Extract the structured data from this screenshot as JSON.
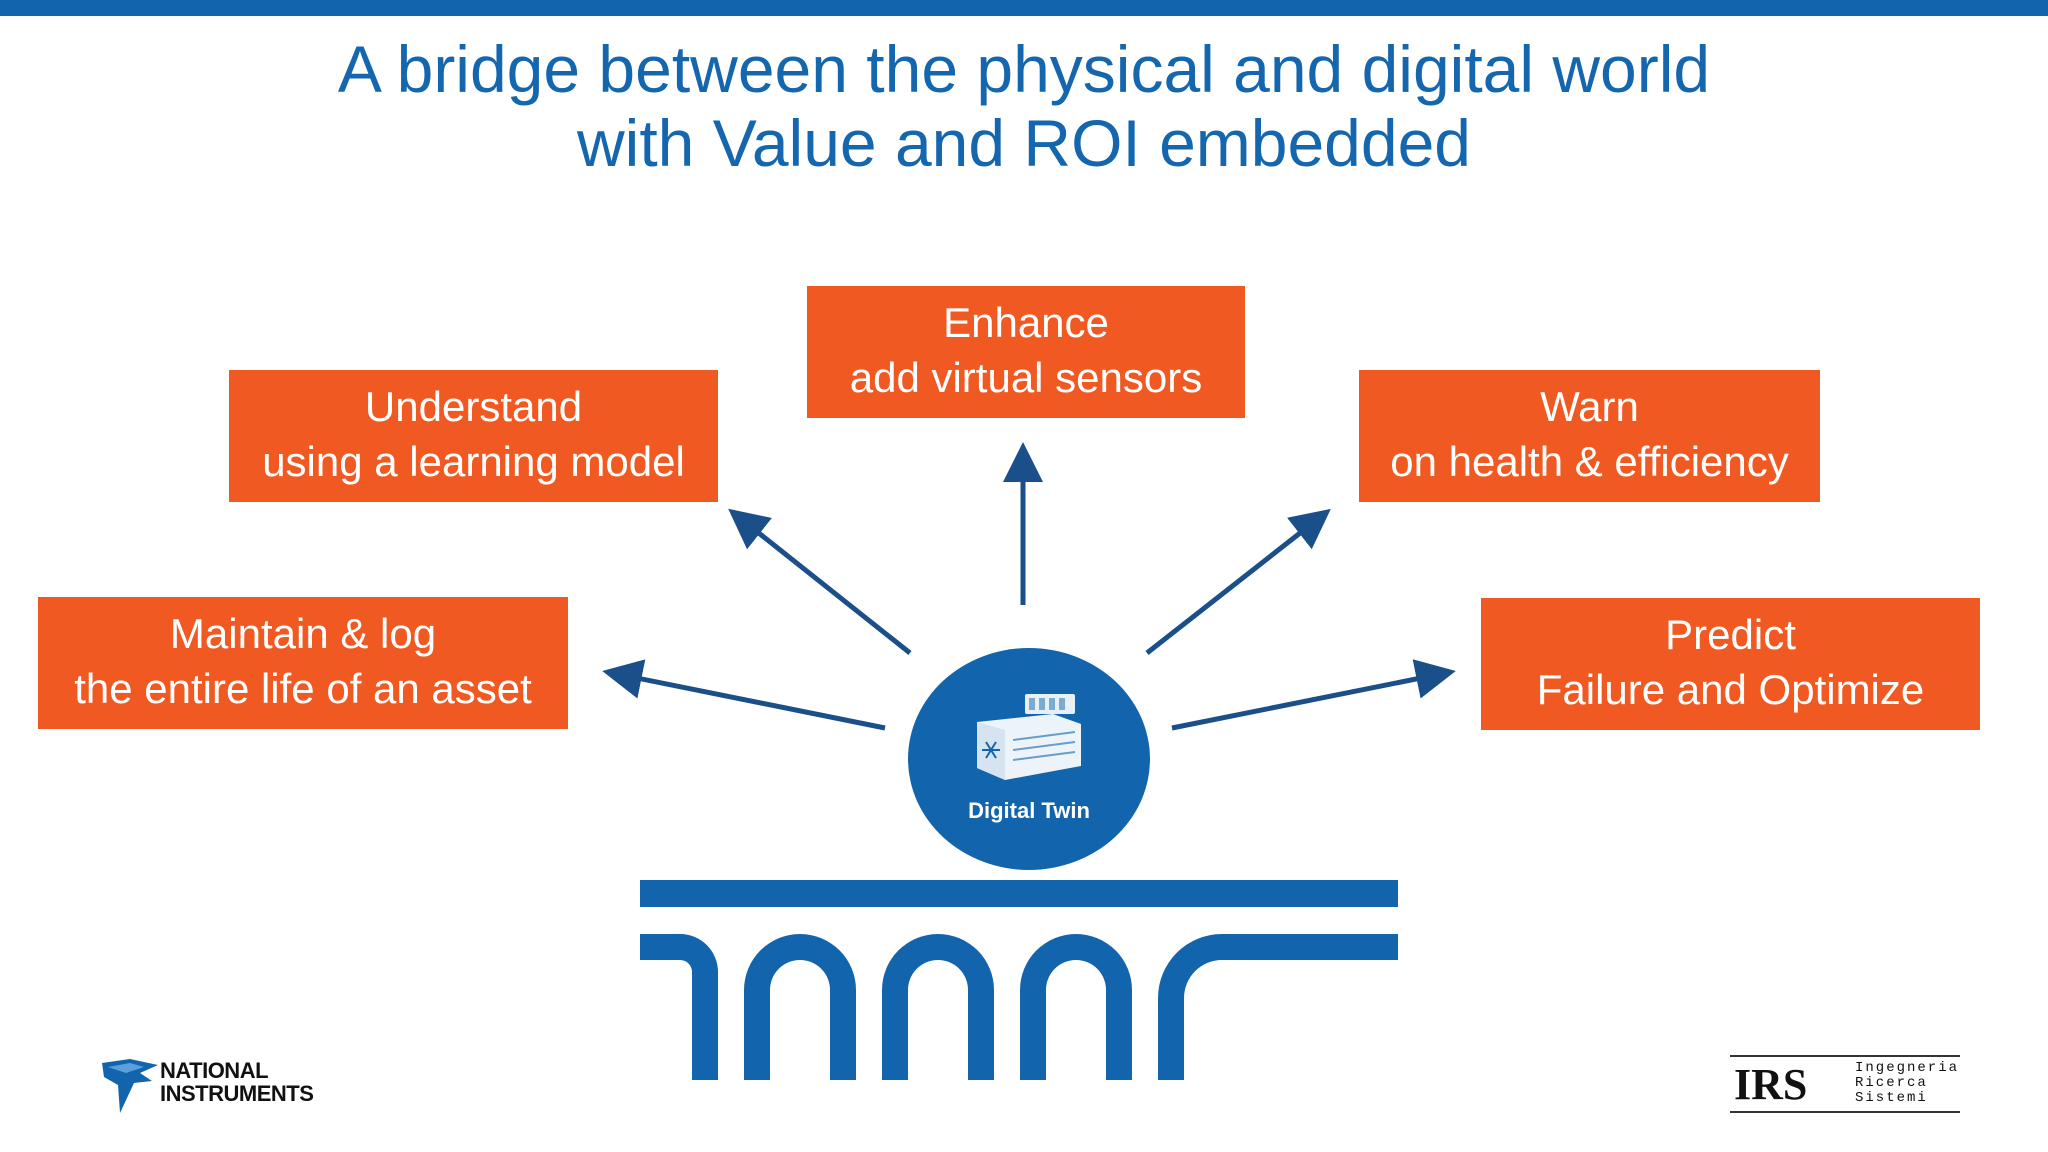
{
  "title": {
    "line1": "A bridge between the physical and digital world",
    "line2": "with Value and ROI embedded"
  },
  "boxes": {
    "maintain": {
      "heading": "Maintain & log",
      "subtext": "the entire life of an asset"
    },
    "understand": {
      "heading": "Understand",
      "subtext": "using a learning model"
    },
    "enhance": {
      "heading": "Enhance",
      "subtext": "add virtual sensors"
    },
    "warn": {
      "heading": "Warn",
      "subtext": "on health & efficiency"
    },
    "predict": {
      "heading": "Predict",
      "subtext": "Failure and Optimize"
    }
  },
  "center": {
    "label": "Digital Twin",
    "icon": "machine-snowflake-icon"
  },
  "logos": {
    "left": {
      "line1": "NATIONAL",
      "line2": "INSTRUMENTS",
      "icon": "ni-eagle-icon"
    },
    "right": {
      "main": "IRS",
      "sub1": "Ingegneria",
      "sub2": "Ricerca",
      "sub3": "Sistemi"
    }
  },
  "colors": {
    "brand_blue": "#1265ac",
    "accent_orange": "#f05a22",
    "title_blue": "#1466ae"
  }
}
